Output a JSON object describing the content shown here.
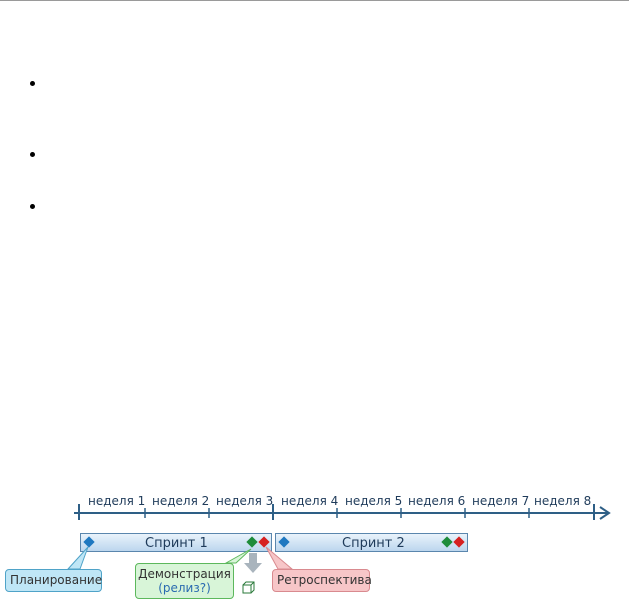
{
  "timeline": {
    "weeks": [
      "неделя 1",
      "неделя 2",
      "неделя 3",
      "неделя 4",
      "неделя 5",
      "неделя 6",
      "неделя 7",
      "неделя 8"
    ]
  },
  "sprints": [
    {
      "label": "Спринт 1"
    },
    {
      "label": "Спринт 2"
    }
  ],
  "callouts": {
    "planning": "Планирование",
    "demo_line1": "Демонстрация",
    "demo_line2": "(релиз?)",
    "retro": "Ретроспектива"
  },
  "colors": {
    "axis": "#2e5f86",
    "planning": "#1f78c0",
    "demo": "#1e8c3a",
    "retro": "#d62020",
    "sprint_border": "#5a86ad"
  }
}
